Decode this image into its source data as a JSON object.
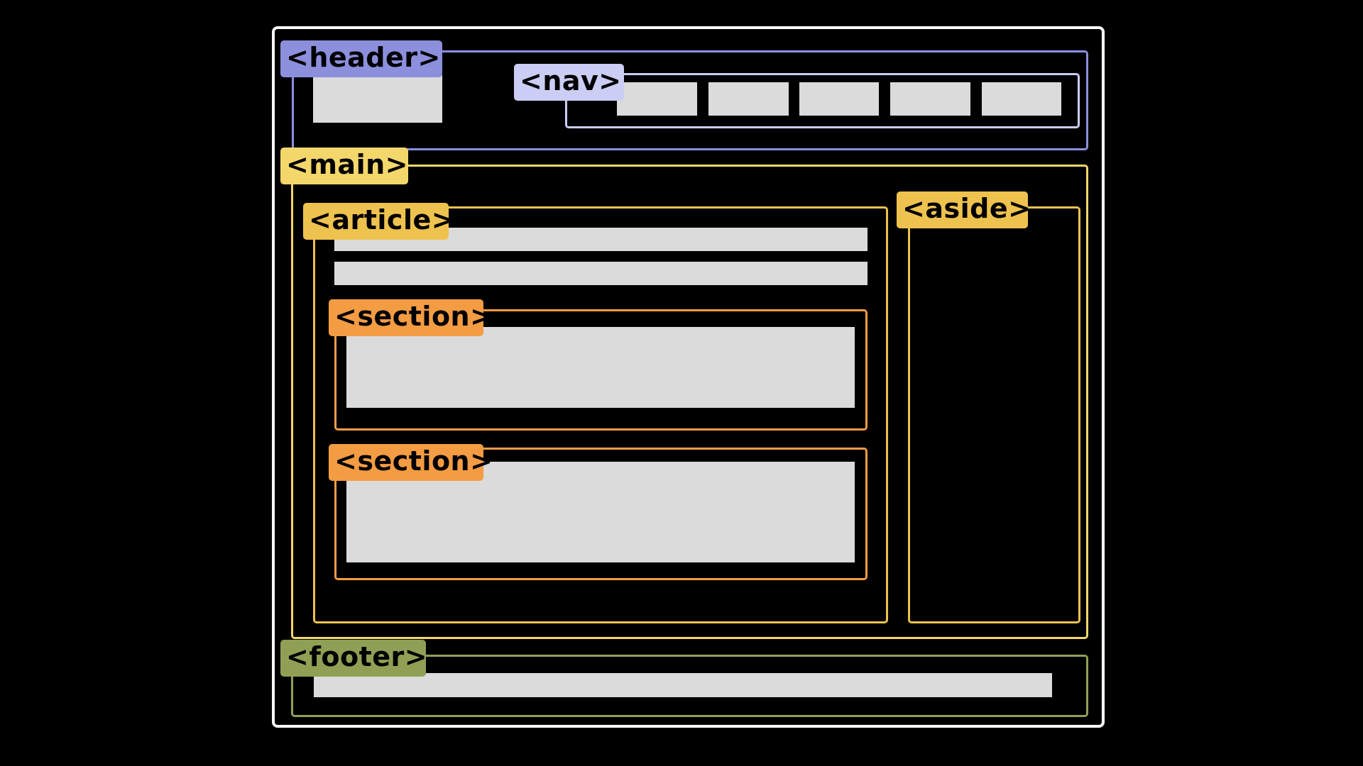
{
  "labels": {
    "header": "<header>",
    "nav": "<nav>",
    "main": "<main>",
    "article": "<article>",
    "aside": "<aside>",
    "section_1": "<section>",
    "section_2": "<section>",
    "footer": "<footer>"
  },
  "colors": {
    "background": "#000000",
    "page_outline": "#ffffff",
    "header": "#8c8fdc",
    "nav": "#cbcdf4",
    "main": "#f4d76a",
    "article": "#eec24e",
    "aside": "#eec24e",
    "section": "#f39c43",
    "footer": "#8fa055",
    "placeholder_block": "#dbdbdb"
  }
}
